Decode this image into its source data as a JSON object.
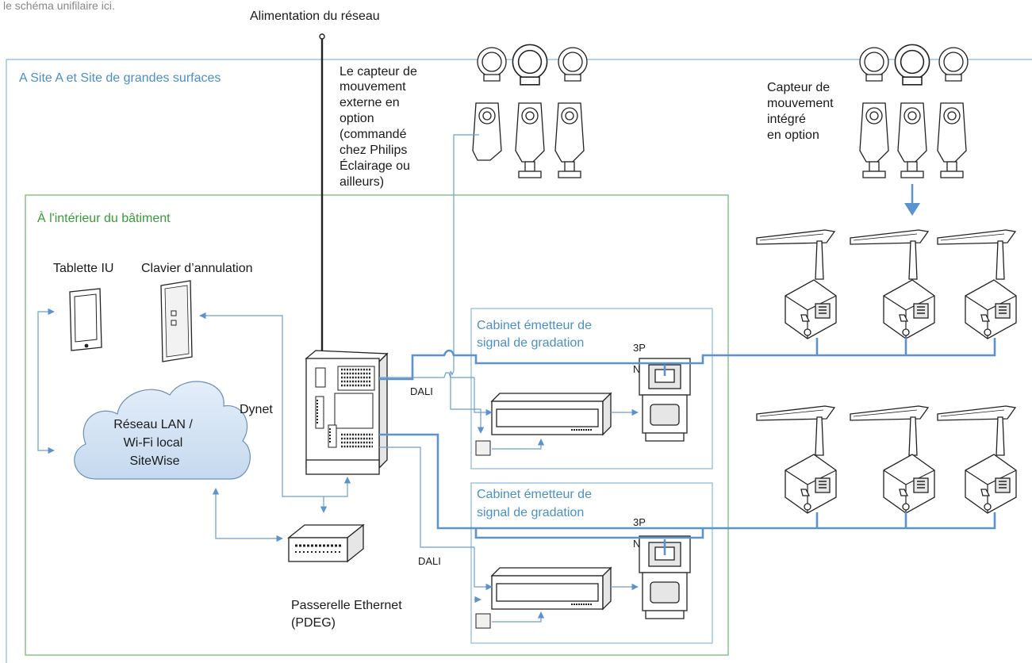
{
  "labels": {
    "cut_top": "le schéma unifilaire ici.",
    "power": "Alimentation du réseau",
    "zone_site": "A Site A et Site de grandes surfaces",
    "zone_inside": "À l'intérieur du bâtiment",
    "ext_sensor": [
      "Le capteur de",
      "mouvement",
      "externe en",
      "option",
      "(commandé",
      "chez Philips",
      "Éclairage ou",
      "ailleurs)"
    ],
    "int_sensor": [
      "Capteur de",
      "mouvement",
      "intégré",
      "en option"
    ],
    "tablet": "Tablette IU",
    "keypad": "Clavier d’annulation",
    "cloud": [
      "Réseau LAN /",
      "Wi-Fi local",
      "SiteWise"
    ],
    "dynet": "Dynet",
    "gateway": [
      "Passerelle Ethernet",
      "(PDEG)"
    ],
    "cabinet_1": [
      "Cabinet émetteur de",
      "signal de gradation"
    ],
    "cabinet_2": [
      "Cabinet émetteur de",
      "signal de gradation"
    ],
    "dali_1": "DALI",
    "dali_2": "DALI",
    "p3_1": "3P",
    "n_1": "N",
    "p3_2": "3P",
    "n_2": "N"
  },
  "colors": {
    "site_frame": "#8bb7dd",
    "building_frame": "#6fb46f",
    "bus": "#5b93cf",
    "cloud_fill": "#cfe0f3"
  }
}
